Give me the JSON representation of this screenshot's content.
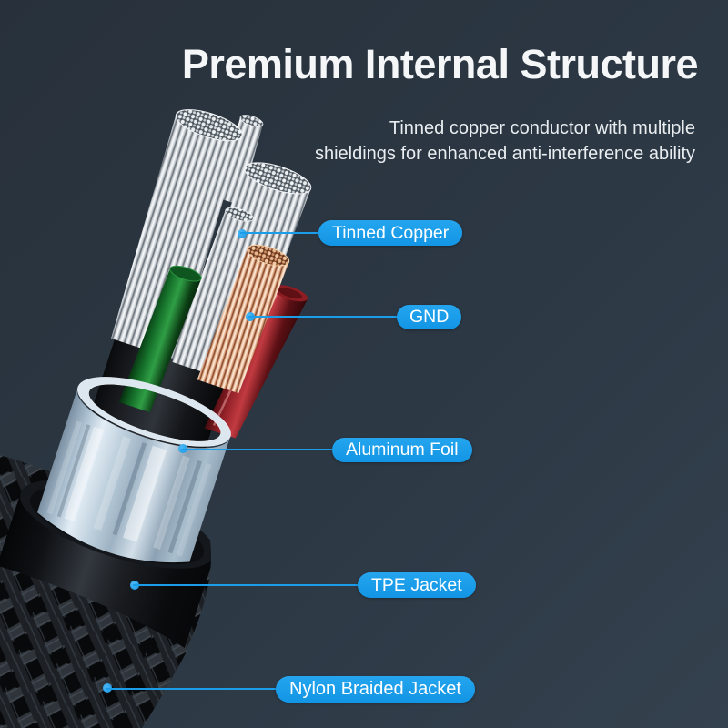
{
  "header": {
    "title": "Premium Internal Structure",
    "subtitle_line1": "Tinned copper conductor with multiple",
    "subtitle_line2": "shieldings for enhanced anti-interference ability"
  },
  "callouts": [
    {
      "label": "Tinned Copper"
    },
    {
      "label": "GND"
    },
    {
      "label": "Aluminum Foil"
    },
    {
      "label": "TPE Jacket"
    },
    {
      "label": "Nylon Braided Jacket"
    }
  ],
  "colors": {
    "background": "#2b3744",
    "accent_blue": "#189de9",
    "text": "#f4f6f7",
    "aluminum_foil": "#c6d6e2",
    "tinned_copper_strand": "#c2c8ce",
    "gnd_copper_strand": "#dc9f78",
    "green_wire": "#2f9e45",
    "red_wire": "#c23a41",
    "tpe_jacket": "#17191d"
  }
}
